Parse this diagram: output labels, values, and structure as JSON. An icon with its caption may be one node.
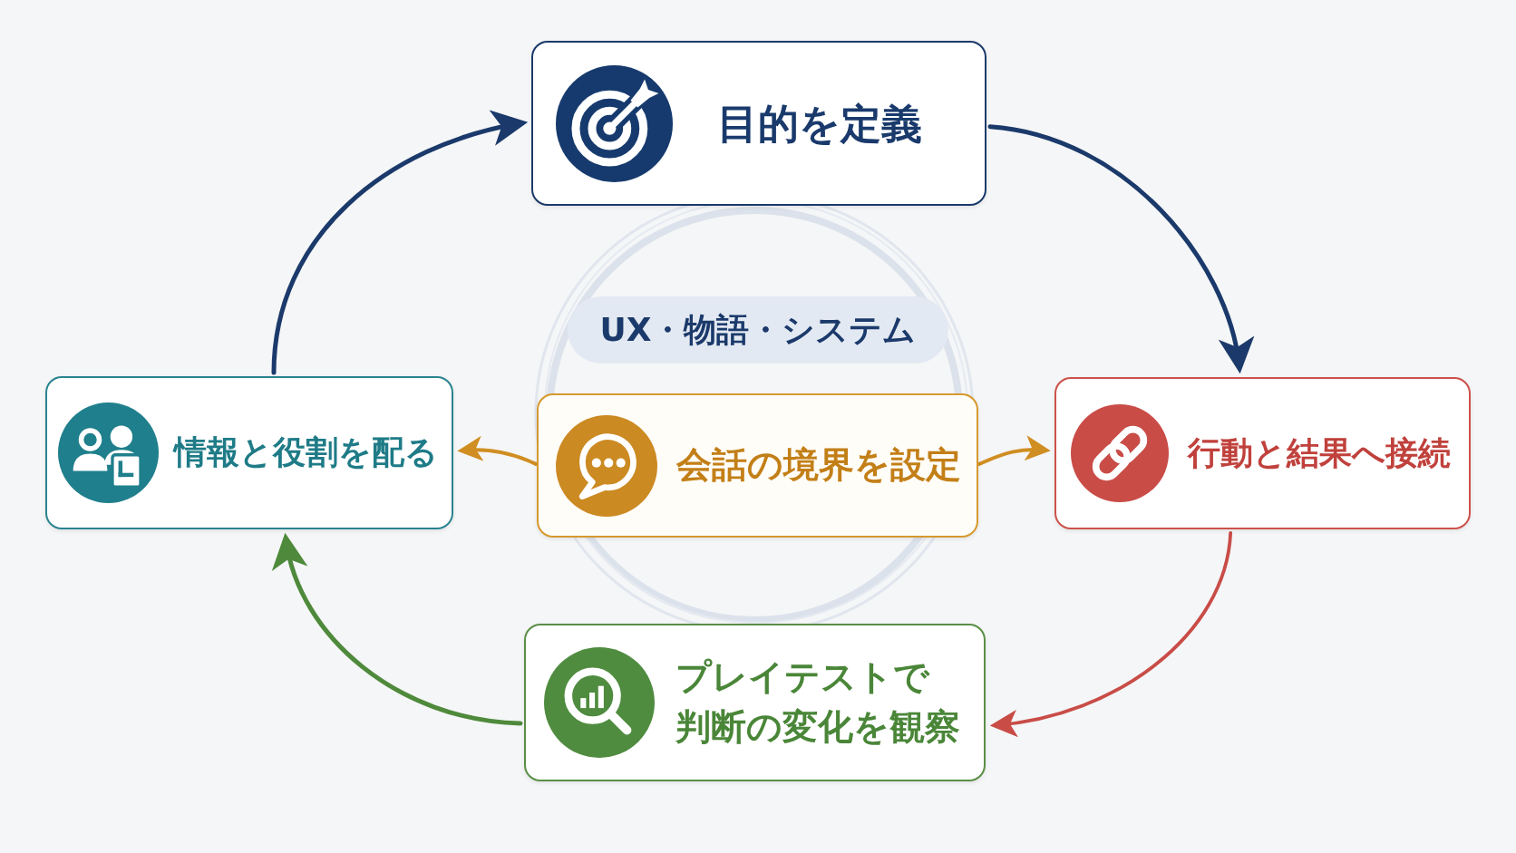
{
  "diagram": {
    "nodes": [
      {
        "text": [
          "目的を定義"
        ]
      },
      {
        "text": [
          "UX・物語・システム"
        ]
      },
      {
        "text": [
          "情報と役割を配る"
        ]
      },
      {
        "text": [
          "会話の境界を設定"
        ]
      },
      {
        "text": [
          "行動と結果へ接続"
        ]
      },
      {
        "text": [
          "プレイテストで判断の変化を観察"
        ]
      }
    ],
    "edges": [
      {
        "from": 0,
        "to": 4,
        "arrow": "to",
        "color": "#1b3a6b"
      },
      {
        "from": 4,
        "to": 5,
        "arrow": "to",
        "color": "#c94c47"
      },
      {
        "from": 5,
        "to": 2,
        "arrow": "to",
        "color": "#4f8a3c"
      },
      {
        "from": 2,
        "to": 0,
        "arrow": "to",
        "color": "#1b3a6b"
      },
      {
        "from": 3,
        "to": 2,
        "arrow": "to",
        "color": "#d08e22"
      },
      {
        "from": 3,
        "to": 4,
        "arrow": "to",
        "color": "#d08e22"
      }
    ]
  }
}
